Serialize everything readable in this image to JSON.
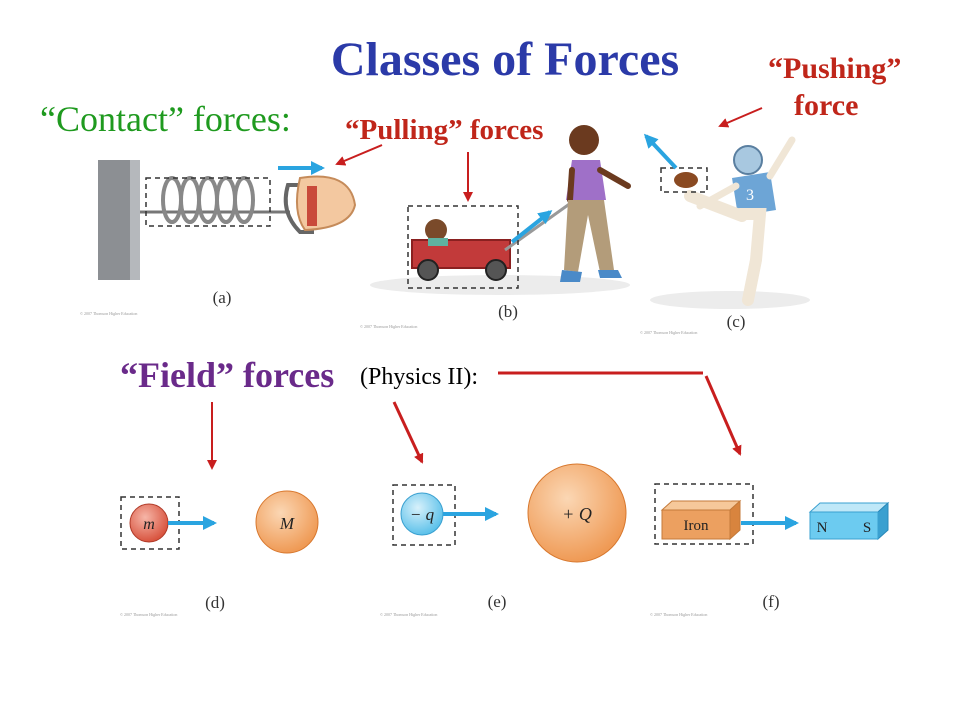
{
  "title": "Classes of Forces",
  "contact_label": "“Contact” forces:",
  "pulling_label": "“Pulling” forces",
  "pushing_label_line1": "“Pushing”",
  "pushing_label_line2": "force",
  "field_label": "“Field” forces",
  "physics_note": "(Physics II):",
  "captions": {
    "a": "(a)",
    "b": "(b)",
    "c": "(c)",
    "d": "(d)",
    "e": "(e)",
    "f": "(f)"
  },
  "objects": {
    "m": "m",
    "M": "M",
    "neg_q": "− q",
    "pos_Q": "+ Q",
    "iron": "Iron",
    "north": "N",
    "south": "S"
  },
  "copyright": "© 2007 Thomson Higher Education",
  "colors": {
    "title": "#2b3aa8",
    "green": "#1f9a1f",
    "orange_red": "#c0261a",
    "purple": "#6a2a8a",
    "red_arrow": "#c81e1e",
    "blue_arrow": "#2aa4e0"
  }
}
